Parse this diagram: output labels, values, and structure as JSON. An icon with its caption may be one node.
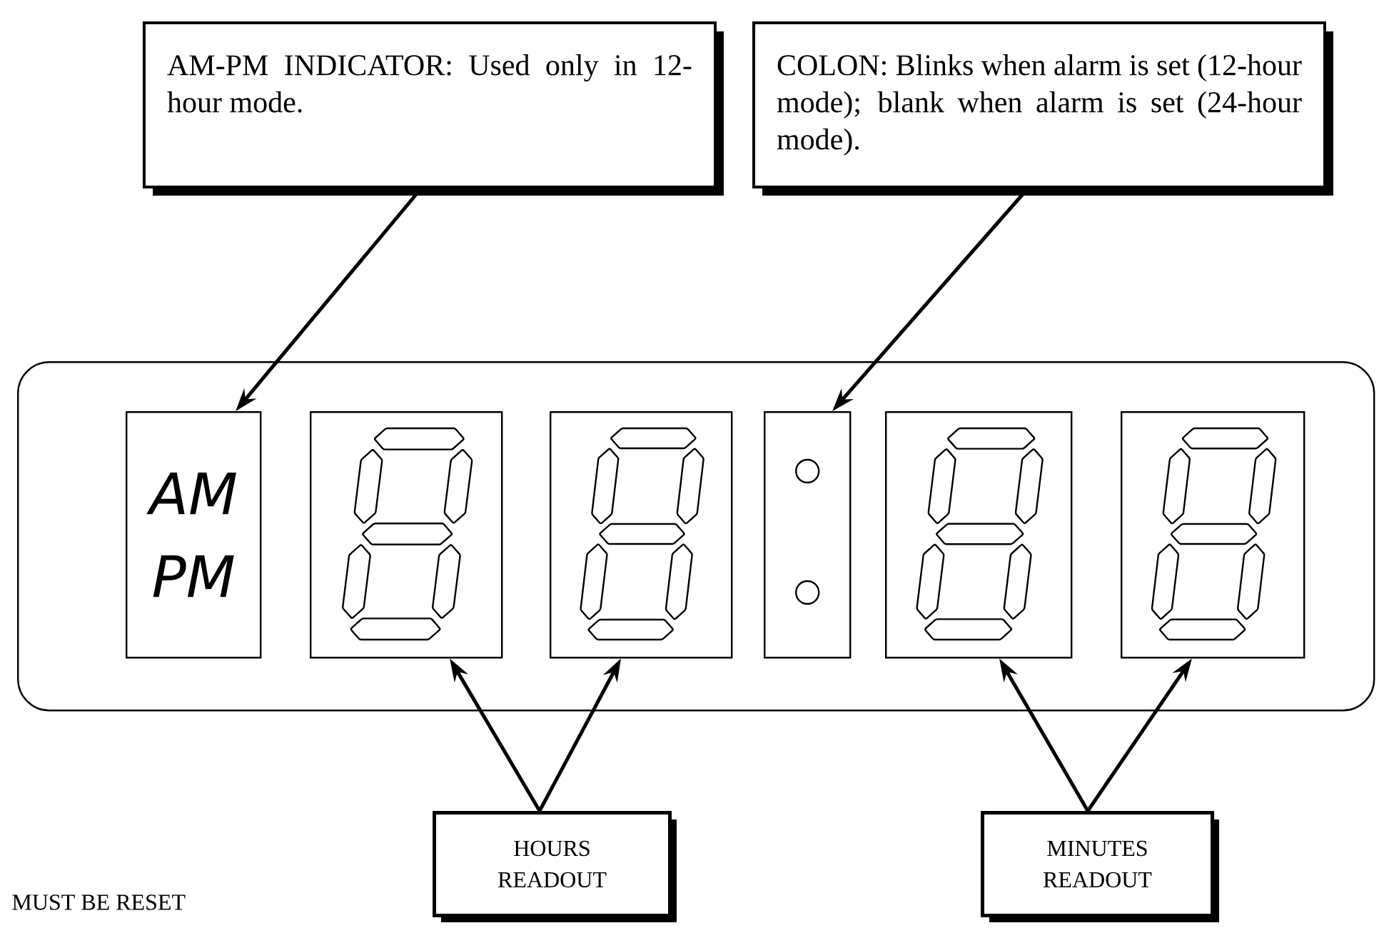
{
  "diagram": {
    "nodes": [
      {
        "text": [
          "AM-PM INDICATOR: Used only in 12-hour mode."
        ]
      },
      {
        "text": [
          "COLON: Blinks when alarm is set (12-hour mode); blank when alarm is set (24-hour mode)."
        ]
      },
      {
        "text": [],
        "shape": "box"
      },
      {
        "text": [
          "AM",
          "PM"
        ],
        "in": 2
      },
      {
        "text": [],
        "shape": "box",
        "in": 2
      },
      {
        "text": [],
        "shape": "box",
        "in": 2
      },
      {
        "text": [],
        "shape": "box",
        "in": 2
      },
      {
        "text": [],
        "shape": "box",
        "in": 2
      },
      {
        "text": [],
        "shape": "box",
        "in": 2
      },
      {
        "text": [
          "HOURS READOUT"
        ]
      },
      {
        "text": [
          "MINUTES READOUT"
        ]
      }
    ],
    "edges": [
      {
        "from": 0,
        "to": 3,
        "arrow": "to"
      },
      {
        "from": 1,
        "to": 6,
        "arrow": "to"
      },
      {
        "from": 9,
        "to": 4,
        "arrow": "to"
      },
      {
        "from": 9,
        "to": 5,
        "arrow": "to"
      },
      {
        "from": 10,
        "to": 7,
        "arrow": "to"
      },
      {
        "from": 10,
        "to": 8,
        "arrow": "to"
      }
    ],
    "labels": [
      "MUST BE RESET"
    ]
  }
}
